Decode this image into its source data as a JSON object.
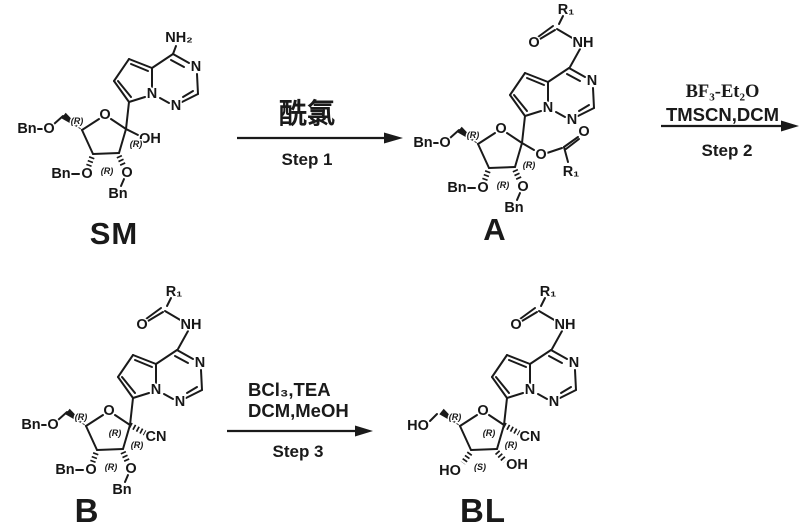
{
  "structures": {
    "sm": {
      "label": "SM"
    },
    "a": {
      "label": "A"
    },
    "b": {
      "label": "B"
    },
    "bl": {
      "label": "BL"
    }
  },
  "steps": [
    {
      "line1": "酰氯",
      "step": "Step 1"
    },
    {
      "line1": "BF₃-Et₂O",
      "line2": "TMSCN,DCM",
      "step": "Step 2"
    },
    {
      "line1": "BCl₃,TEA",
      "line2": "DCM,MeOH",
      "step": "Step 3"
    }
  ],
  "atoms": {
    "N": "N",
    "O": "O",
    "NH": "NH",
    "NH2": "NH₂",
    "OH": "OH",
    "HO": "HO",
    "CN": "CN",
    "Bn": "Bn",
    "R1": "R₁",
    "R": "(R)",
    "S": "(S)"
  },
  "colors": {
    "ink": "#1a1a1a",
    "background": "#ffffff"
  }
}
